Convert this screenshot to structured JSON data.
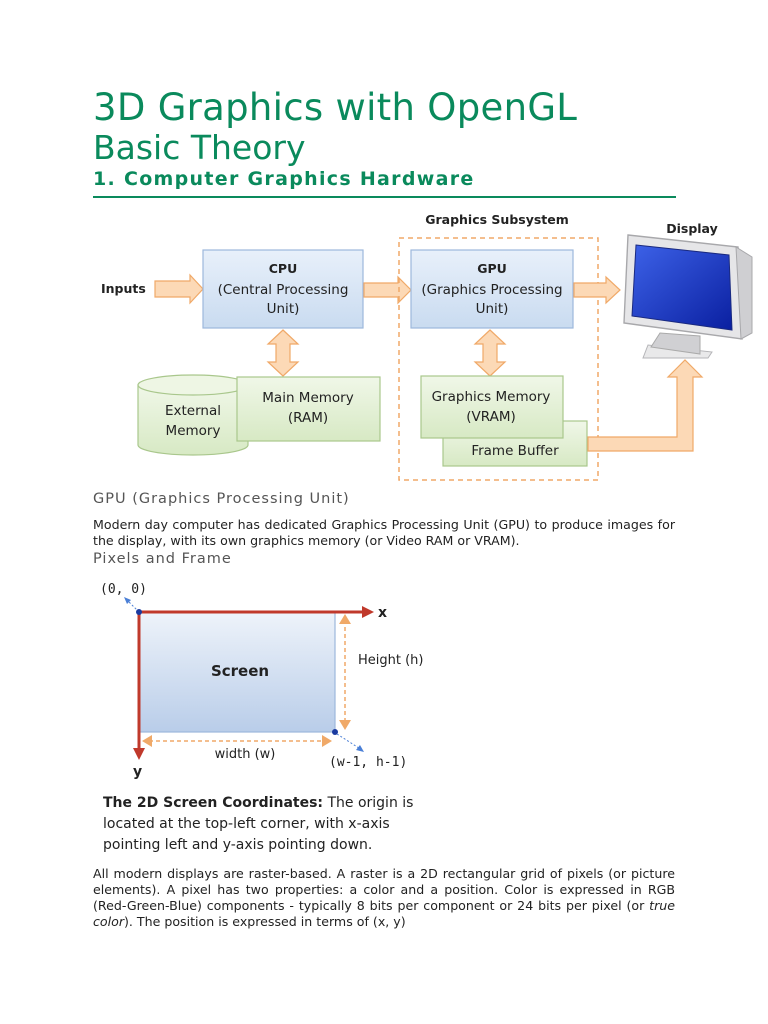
{
  "title": "3D Graphics with OpenGL",
  "subtitle": "Basic Theory",
  "section": "1.  Computer Graphics Hardware",
  "hardware_diagram": {
    "inputs": "Inputs",
    "subsystem": "Graphics Subsystem",
    "display": "Display",
    "cpu": {
      "title": "CPU",
      "line1": "(Central Processing",
      "line2": "Unit)"
    },
    "gpu": {
      "title": "GPU",
      "line1": "(Graphics Processing",
      "line2": "Unit)"
    },
    "external_memory": {
      "line1": "External",
      "line2": "Memory"
    },
    "main_memory": {
      "line1": "Main Memory",
      "line2": "(RAM)"
    },
    "graphics_memory": {
      "line1": "Graphics Memory",
      "line2": "(VRAM)"
    },
    "frame_buffer": "Frame Buffer"
  },
  "gpu_heading": "GPU (Graphics Processing Unit)",
  "gpu_para": "Modern day computer has dedicated Graphics Processing Unit (GPU) to produce images for the display, with its own graphics memory (or Video RAM or VRAM).",
  "pixels_heading": "Pixels and Frame",
  "screen_diagram": {
    "origin": "(0, 0)",
    "x_axis": "x",
    "y_axis": "y",
    "screen": "Screen",
    "height": "Height (h)",
    "width": "width (w)",
    "corner": "(w-1, h-1)",
    "caption_bold": "The 2D Screen Coordinates:",
    "caption_line1": " The origin is",
    "caption_line2": "located at the top-left corner, with x-axis",
    "caption_line3": "pointing left and y-axis pointing down."
  },
  "raster_para": {
    "part1": "All modern displays are raster-based. A raster is a 2D rectangular grid of pixels (or picture elements). A pixel has two properties: a color and a position. Color is expressed in RGB (Red-Green-Blue) components - typically 8 bits per component or 24 bits per pixel (or ",
    "italic": "true color",
    "part2": "). The position is expressed in terms of (x, y)"
  },
  "colors": {
    "heading": "#0a8a5c",
    "box_blue": "#d9e6f5",
    "box_green": "#e6f1da",
    "arrow": "#fcd9b6",
    "axis": "#c0392b"
  }
}
